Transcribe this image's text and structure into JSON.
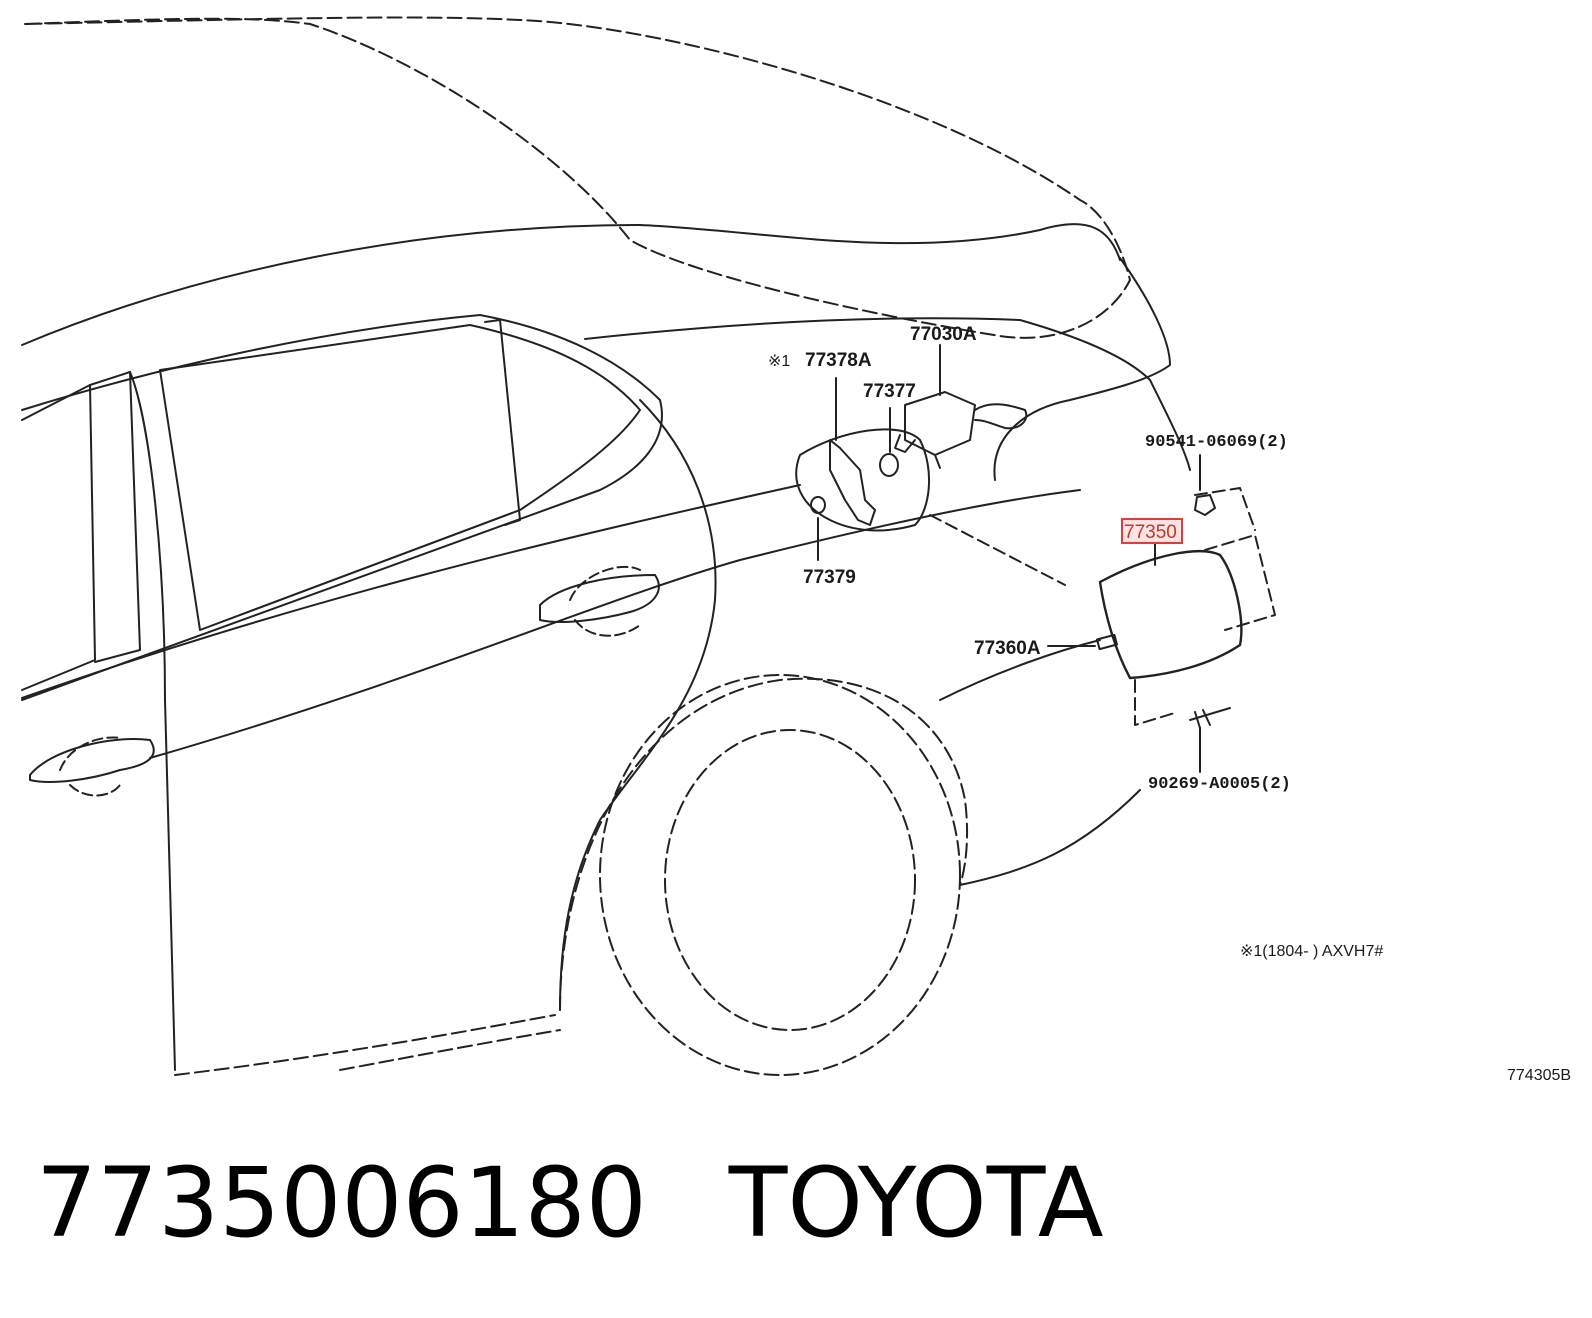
{
  "diagram": {
    "labels": {
      "p77030A": "77030A",
      "p77378A": "77378A",
      "note_mark_1": "※1",
      "p77377": "77377",
      "p77379": "77379",
      "p90541": "90541-06069(2)",
      "p77350": "77350",
      "p77360A": "77360A",
      "p90269": "90269-A0005(2)",
      "footnote": "※1(1804-     ) AXVH7#",
      "diagram_code": "774305B"
    },
    "highlight_color": "#e23b3b"
  },
  "caption": {
    "part_number": "7735006180",
    "brand": "TOYOTA"
  }
}
